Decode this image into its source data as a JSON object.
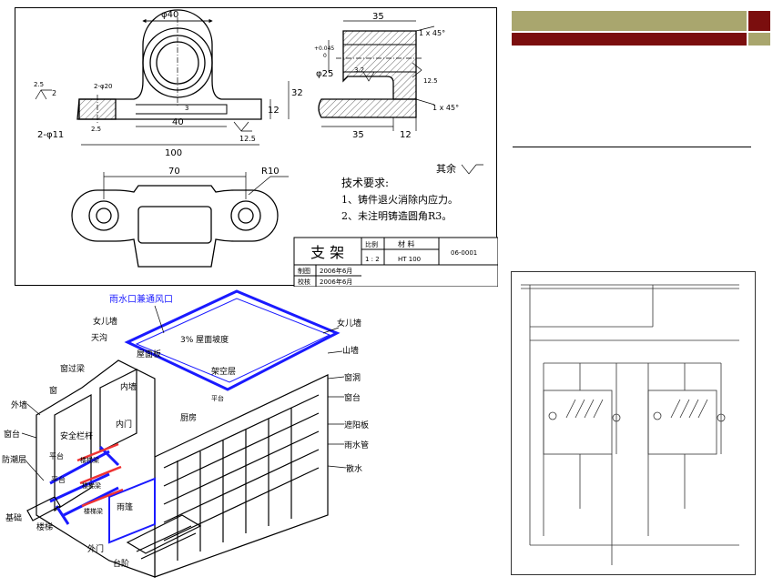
{
  "colors": {
    "olive": "#a9a66e",
    "maroon": "#7b0e0e",
    "line": "#000000",
    "building_blue": "#1a1aff",
    "hatch": "#444444"
  },
  "drawing": {
    "top_view": {
      "dim_phi40": "φ40",
      "dim_2phi20": "2-φ20",
      "dim_2phi11": "2-φ11",
      "dim_2_5": "2.5",
      "dim_2": "2",
      "dim_2_5b": "2.5",
      "dim_40": "40",
      "dim_3": "3",
      "dim_12": "12",
      "dim_32": "32",
      "dim_100": "100",
      "rough_12_5": "12.5"
    },
    "side_view": {
      "dim_35_top": "35",
      "dim_35_bottom": "35",
      "chamfer_top": "1 x 45°",
      "chamfer_bottom": "1 x 45°",
      "dim_phi25": "φ25",
      "tol_upper": "+0.045",
      "tol_lower": "0",
      "rough_3_2": "3.2",
      "rough_12_5": "12.5",
      "dim_12": "12"
    },
    "plan_view": {
      "dim_70": "70",
      "dim_r10": "R10"
    },
    "rest_label": "其余",
    "tech_title": "技术要求:",
    "tech_1": "1、铸件退火消除内应力。",
    "tech_2": "2、未注明铸造圆角R3。",
    "title_block": {
      "part_name": "支  架",
      "scale_header": "比例",
      "scale_value": "1 : 2",
      "material_header": "材  料",
      "material_value": "HT 100",
      "drawing_no": "06-0001",
      "drawn_label": "制图",
      "drawn_date": "2006年6月",
      "checked_label": "校核",
      "checked_date": "2006年6月"
    }
  },
  "building": {
    "labels": {
      "rain_outlet": "雨水口兼通风口",
      "parapet_left": "女儿墙",
      "gutter": "天沟",
      "roof_slab": "屋面板",
      "roof_slope": "3% 屋面坡度",
      "parapet_right": "女儿墙",
      "mountain_wall": "山墙",
      "lintel": "窗过梁",
      "window": "窗",
      "inner_wall": "内墙",
      "overhead": "架空层",
      "window_opening": "窗洞",
      "outer_wall": "外墙",
      "inner_door": "内门",
      "balcony_left": "窗台",
      "safety_rail": "安全栏杆",
      "platform_top": "平台",
      "shade": "遮阳板",
      "stair_beam_1": "楼梯梁",
      "stair_beam_2": "楼梯梁",
      "stair_beam_3": "楼梯梁",
      "balcony_right": "窗台",
      "rain_pipe": "雨水管",
      "platform": "平台",
      "damp_course": "防潮层",
      "scatter": "散水",
      "stairs": "楼梯",
      "foundation": "基础",
      "canopy": "雨篷",
      "outer_door": "外门",
      "steps": "台阶",
      "kitchen": "厨房",
      "platform_2": "平台"
    }
  }
}
